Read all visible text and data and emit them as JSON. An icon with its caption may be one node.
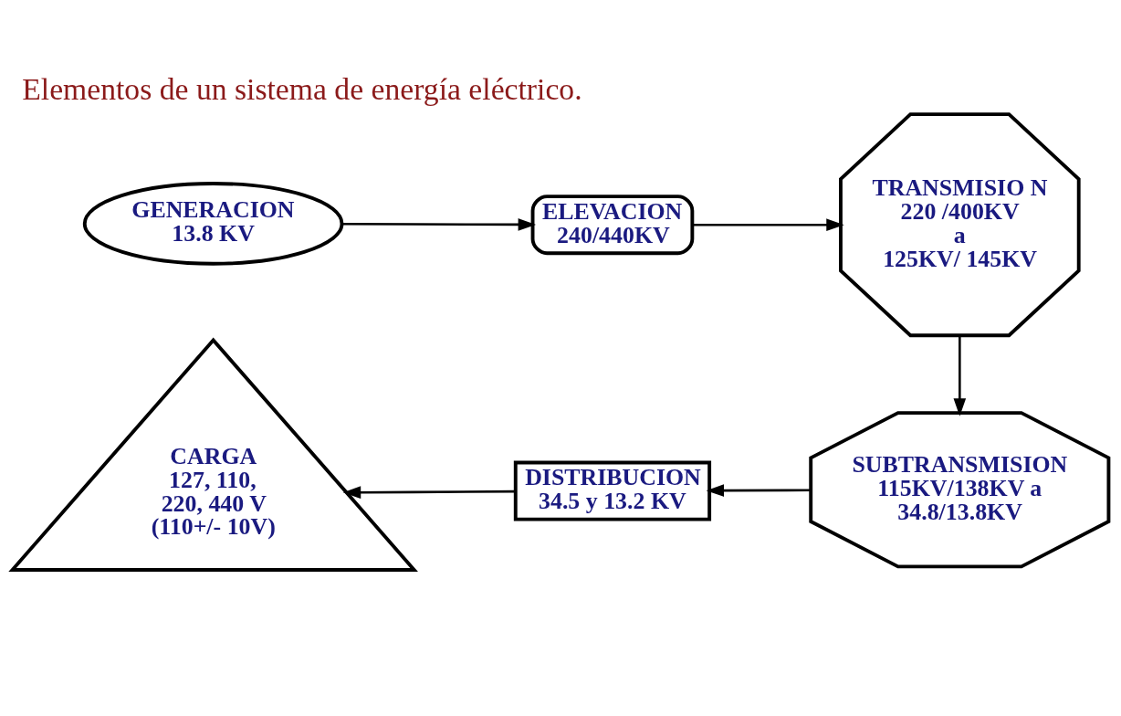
{
  "diagram": {
    "title": "Elementos de un sistema de energía eléctrico.",
    "nodes": [
      {
        "text": [
          "GENERACION",
          "13.8 KV"
        ]
      },
      {
        "text": [
          "ELEVACION",
          "240/440KV"
        ]
      },
      {
        "text": [
          "TRANSMISIO N",
          "220 /400KV",
          "a",
          "125KV/ 145KV"
        ]
      },
      {
        "text": [
          "SUBTRANSMISION",
          "115KV/138KV a",
          "34.8/13.8KV"
        ]
      },
      {
        "text": [
          "DISTRIBUCION",
          "34.5 y 13.2 KV"
        ]
      },
      {
        "text": [
          "CARGA",
          "127, 110,",
          "220, 440 V",
          "(110+/- 10V)"
        ]
      }
    ],
    "edges": [
      {
        "from": 0,
        "to": 1,
        "arrow": "to"
      },
      {
        "from": 1,
        "to": 2,
        "arrow": "to"
      },
      {
        "from": 2,
        "to": 3,
        "arrow": "to"
      },
      {
        "from": 3,
        "to": 4,
        "arrow": "to"
      },
      {
        "from": 4,
        "to": 5,
        "arrow": "to"
      }
    ]
  }
}
